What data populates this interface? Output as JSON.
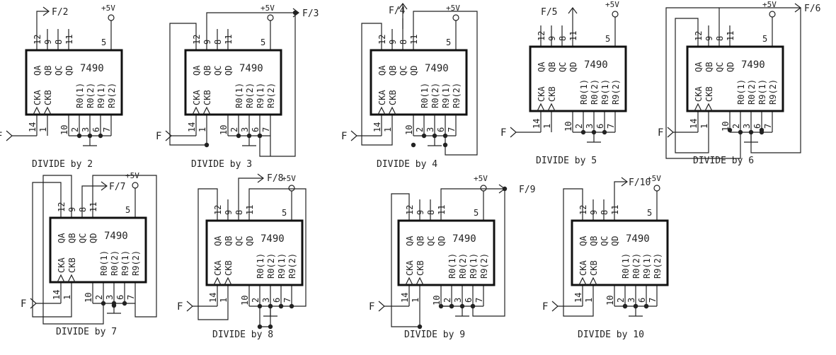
{
  "ic_part": "7490",
  "supply_label": "+5V",
  "input_label": "F",
  "pin_labels": {
    "top_pins": [
      "12",
      "9",
      "8",
      "11"
    ],
    "vcc_pin": "5",
    "bottom_pins": [
      "14",
      "1",
      "10",
      "2",
      "3",
      "6",
      "7"
    ],
    "outputs": [
      "QA",
      "QB",
      "QC",
      "QD"
    ],
    "clocks": [
      "CKA",
      "CKB"
    ],
    "resets": [
      "R0(1)",
      "R0(2)",
      "R9(1)",
      "R9(2)"
    ]
  },
  "circuits": [
    {
      "output_label": "F/2",
      "caption": "DIVIDE by 2"
    },
    {
      "output_label": "F/3",
      "caption": "DIVIDE by 3"
    },
    {
      "output_label": "F/4",
      "caption": "DIVIDE by 4"
    },
    {
      "output_label": "F/5",
      "caption": "DIVIDE by 5"
    },
    {
      "output_label": "F/6",
      "caption": "DIVIDE by 6"
    },
    {
      "output_label": "F/7",
      "caption": "DIVIDE by 7"
    },
    {
      "output_label": "F/8",
      "caption": "DIVIDE by 8"
    },
    {
      "output_label": "F/9",
      "caption": "DIVIDE by 9"
    },
    {
      "output_label": "F/10",
      "caption": "DIVIDE by 10"
    }
  ]
}
